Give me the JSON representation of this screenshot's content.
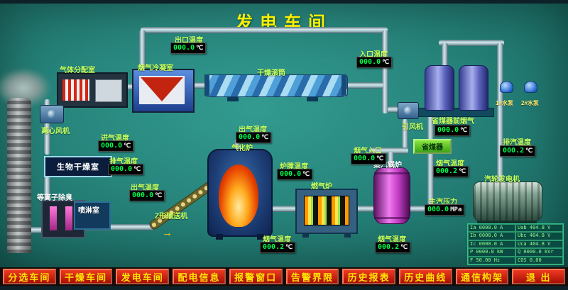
{
  "title": "发电车间",
  "colors": {
    "background": "#27857c",
    "label_green": "#c9ff5a",
    "digit_green": "#00ff4e",
    "button_red": "#a80f06",
    "button_text": "#ffe400",
    "title_yellow": "#ffee00"
  },
  "equipment": {
    "gas_dist": "气体分配室",
    "condenser": "烟气冷凝室",
    "drum": "干燥滚筒",
    "centrifugal_fan": "离心风机",
    "bio_room": "生物干燥室",
    "plasma": "等离子除臭",
    "spray": "喷淋室",
    "conveyor": "Z形输送机",
    "gasifier": "气化炉",
    "gas_furnace": "燃气炉",
    "boiler": "蒸汽锅炉",
    "economizer": "省煤器",
    "id_fan": "引风机",
    "turbine": "汽轮发电机",
    "pump1": "1#水泵",
    "pump2": "2#水泵"
  },
  "readings": {
    "top_outlet": {
      "label": "出口温度",
      "value": "000.0",
      "unit": "℃"
    },
    "top_inlet": {
      "label": "入口温度",
      "value": "000.0",
      "unit": "℃"
    },
    "left_intake": {
      "label": "进气温度",
      "value": "000.0",
      "unit": "℃"
    },
    "left_exhaust": {
      "label": "排气温度",
      "value": "000.0",
      "unit": "℃"
    },
    "left_out": {
      "label": "出气温度",
      "value": "000.0",
      "unit": "℃"
    },
    "gasifier_out": {
      "label": "出气温度",
      "value": "000.0",
      "unit": "℃"
    },
    "furnace_temp": {
      "label": "炉膛温度",
      "value": "000.0",
      "unit": "℃"
    },
    "fluegas_in": {
      "label": "烟气入口",
      "value": "000.0",
      "unit": "℃"
    },
    "gf_fluegas": {
      "label": "烟气温度",
      "value": "000.2",
      "unit": "℃"
    },
    "boiler_fluegas": {
      "label": "烟气温度",
      "value": "000.2",
      "unit": "℃"
    },
    "econ_front": {
      "label": "省煤器前烟气",
      "value": "000.0",
      "unit": "℃"
    },
    "econ_out": {
      "label": "烟气温度",
      "value": "000.2",
      "unit": "℃"
    },
    "stack_temp": {
      "label": "排汽温度",
      "value": "000.2",
      "unit": "℃"
    },
    "steam_pressure": {
      "label": "主汽压力",
      "value": "000.0",
      "unit": "MPa"
    }
  },
  "table": {
    "rows": [
      [
        "Ia 0000.0 A",
        "Uab 404.8 V"
      ],
      [
        "Ib 0000.0 A",
        "Ubc 404.8 V"
      ],
      [
        "Ic 0000.0 A",
        "Uca 404.8 V"
      ],
      [
        "P 0000.0 kW",
        "Q 0000.0 kVr"
      ],
      [
        "F 50.00 Hz",
        "COS 0.00"
      ]
    ]
  },
  "nav": {
    "items": [
      "分选车间",
      "干燥车间",
      "发电车间",
      "配电信息",
      "报警窗口",
      "告警界限",
      "历史报表",
      "历史曲线",
      "通信构架",
      "退 出"
    ]
  }
}
